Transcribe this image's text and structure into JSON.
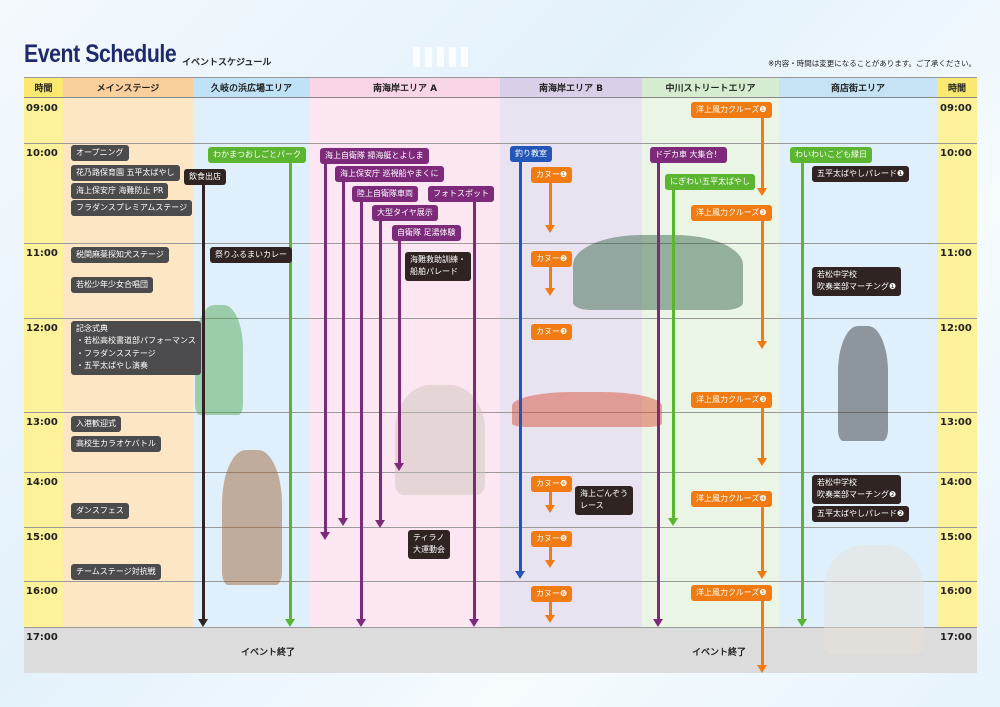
{
  "header": {
    "title": "Event Schedule",
    "subtitle": "イベントスケジュール",
    "note": "※内容・時間は変更になることがあります。ご了承ください。"
  },
  "columns": [
    "時間",
    "メインステージ",
    "久岐の浜広場エリア",
    "南海岸エリア A",
    "南海岸エリア B",
    "中川ストリートエリア",
    "商店街エリア",
    "時間"
  ],
  "times": [
    "09:00",
    "10:00",
    "11:00",
    "12:00",
    "13:00",
    "14:00",
    "15:00",
    "16:00",
    "17:00"
  ],
  "end_label": "イベント終了",
  "colors": {
    "gray": "#4b4b4d",
    "dark": "#2f2421",
    "green": "#5cb531",
    "purple": "#7d2a7b",
    "blue": "#2456b8",
    "orange": "#f07b12"
  },
  "events": [
    {
      "label": "オープニング",
      "kind": "gray"
    },
    {
      "label": "花乃路保育園 五平太ばやし",
      "kind": "gray"
    },
    {
      "label": "海上保安庁 海難防止 PR",
      "kind": "gray"
    },
    {
      "label": "フラダンスプレミアムステージ",
      "kind": "gray"
    },
    {
      "label": "税関麻薬探知犬ステージ",
      "kind": "gray"
    },
    {
      "label": "若松少年少女合唱団",
      "kind": "gray"
    },
    {
      "label": "記念式典\n・若松高校書道部パフォーマンス\n・フラダンスステージ\n・五平太ばやし演奏",
      "kind": "gray"
    },
    {
      "label": "入港歓迎式",
      "kind": "gray"
    },
    {
      "label": "高校生カラオケバトル",
      "kind": "gray"
    },
    {
      "label": "ダンスフェス",
      "kind": "gray"
    },
    {
      "label": "チームステージ対抗戦",
      "kind": "gray"
    },
    {
      "label": "わかまつおしごとパーク",
      "kind": "green"
    },
    {
      "label": "飲食出店",
      "kind": "dark"
    },
    {
      "label": "祭りふるまいカレー",
      "kind": "dark"
    },
    {
      "label": "海上自衛隊 掃海艇とよしま",
      "kind": "purple"
    },
    {
      "label": "海上保安庁 巡視船やまくに",
      "kind": "purple"
    },
    {
      "label": "陸上自衛隊車両",
      "kind": "purple"
    },
    {
      "label": "フォトスポット",
      "kind": "purple"
    },
    {
      "label": "大型タイヤ展示",
      "kind": "purple"
    },
    {
      "label": "自衛隊 足湯体験",
      "kind": "purple"
    },
    {
      "label": "海難救助訓練・\n船舶パレード",
      "kind": "dark"
    },
    {
      "label": "ティラノ\n大運動会",
      "kind": "dark"
    },
    {
      "label": "釣り教室",
      "kind": "blue"
    },
    {
      "label": "カヌー❶",
      "kind": "orange"
    },
    {
      "label": "カヌー❷",
      "kind": "orange"
    },
    {
      "label": "カヌー❸",
      "kind": "orange"
    },
    {
      "label": "カヌー❹",
      "kind": "orange"
    },
    {
      "label": "海上ごんぞう\nレース",
      "kind": "dark"
    },
    {
      "label": "カヌー❺",
      "kind": "orange"
    },
    {
      "label": "カヌー❻",
      "kind": "orange"
    },
    {
      "label": "洋上風力クルーズ❶",
      "kind": "orange"
    },
    {
      "label": "ドデカ車 大集合！",
      "kind": "purple"
    },
    {
      "label": "にぎわい五平太ばやし",
      "kind": "green"
    },
    {
      "label": "洋上風力クルーズ❷",
      "kind": "orange"
    },
    {
      "label": "洋上風力クルーズ❸",
      "kind": "orange"
    },
    {
      "label": "洋上風力クルーズ❹",
      "kind": "orange"
    },
    {
      "label": "洋上風力クルーズ❺",
      "kind": "orange"
    },
    {
      "label": "わいわいこども縁日",
      "kind": "green"
    },
    {
      "label": "五平太ばやしパレード❶",
      "kind": "dark"
    },
    {
      "label": "若松中学校\n吹奏楽部マーチング❶",
      "kind": "dark"
    },
    {
      "label": "若松中学校\n吹奏楽部マーチング❷",
      "kind": "dark"
    },
    {
      "label": "五平太ばやしパレード❷",
      "kind": "dark"
    }
  ]
}
